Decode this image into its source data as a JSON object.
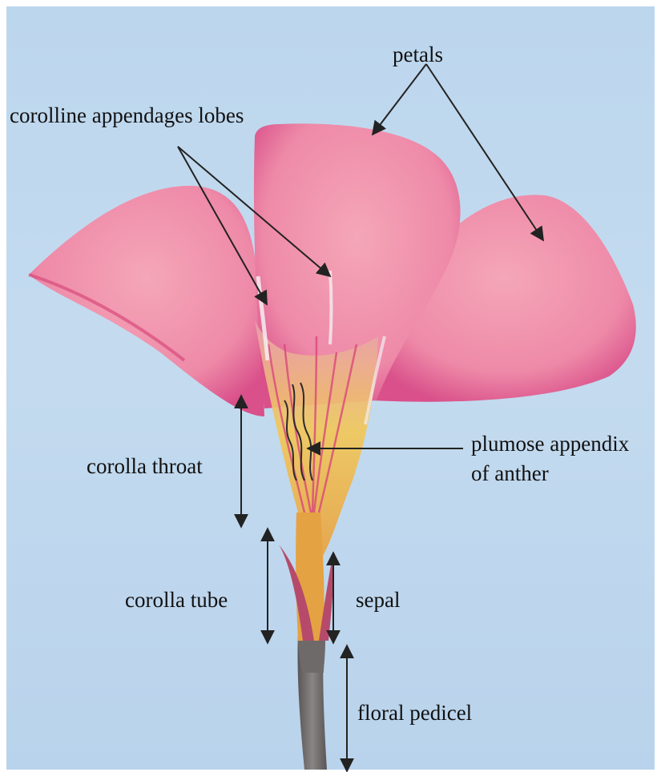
{
  "labels": {
    "petals": "petals",
    "corolline_appendages_lobes": "corolline appendages lobes",
    "plumose_appendix_line1": "plumose appendix",
    "plumose_appendix_line2": "of anther",
    "corolla_throat": "corolla throat",
    "corolla_tube": "corolla tube",
    "sepal": "sepal",
    "floral_pedicel": "floral pedicel"
  },
  "colors": {
    "background": "#c2d9ee",
    "petal": "#ec8aa8",
    "petal_edge": "#d9487a",
    "throat": "#f0c24a",
    "stem": "#6f6a6a",
    "arrow": "#222222"
  }
}
